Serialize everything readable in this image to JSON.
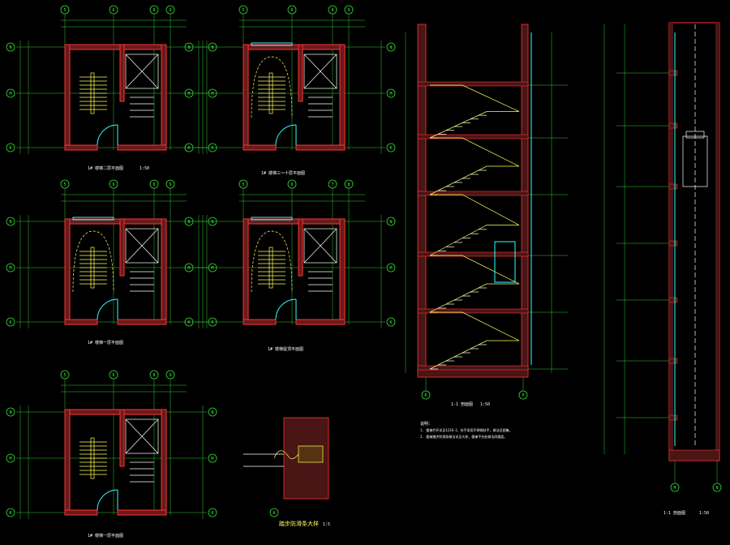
{
  "grid_labels": {
    "plan_cols": [
      "5",
      "6",
      "8",
      "9"
    ],
    "plan_cols_b": [
      "5",
      "6",
      "7",
      "8"
    ],
    "plan_rows": [
      "N",
      "M",
      "K"
    ],
    "section_cols": [
      "K",
      "P"
    ],
    "elev_cols": [
      "M",
      "N"
    ],
    "detail_mark": "A"
  },
  "plan_titles": {
    "p1": "1# 楼梯二层平面图",
    "p2": "1# 楼梯三～十层平面图",
    "p3": "1# 楼梯一层平面图",
    "p4": "1# 楼梯屋顶平面图",
    "p5": "1# 楼梯一层平面图",
    "scale": "1:50"
  },
  "detail_title": "踏步防滑条大样",
  "detail_scale": "1:5",
  "section_title": "1-1 剖面图",
  "section_scale": "1:50",
  "elev_title": "1-1 剖面图",
  "elev_scale": "1:50",
  "notes_title": "说明：",
  "notes": [
    "1. 楼梯栏杆详见12J8-1，扶手采用不锈钢扶手，做法见图集。",
    "2. 楼梯踏步防滑条做法详见大样，楼梯平台处做法同楼面。"
  ],
  "colors": {
    "background": "#000000",
    "wall": "#ff3333",
    "grid": "#33dd33",
    "stair": "#ffff55",
    "glass": "#33ffff",
    "text": "#ffffff"
  }
}
